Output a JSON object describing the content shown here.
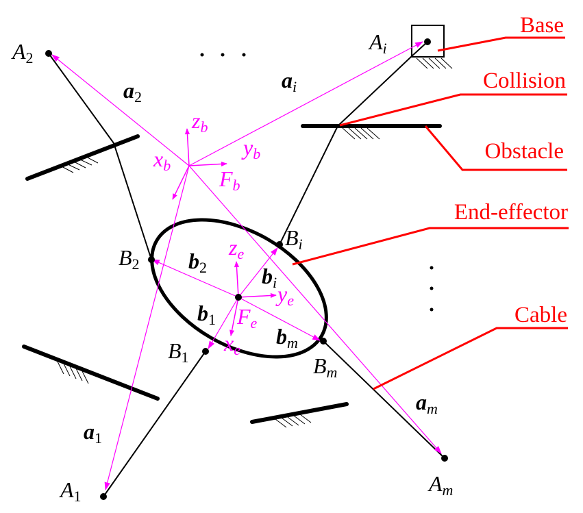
{
  "diagram": {
    "type": "cable-driven parallel robot with obstacle collision",
    "colors": {
      "cable": "#000000",
      "vector": "#ff00ff",
      "callout": "#ff0000",
      "obstacle": "#000000"
    },
    "callouts": {
      "base": "Base",
      "collision": "Collision",
      "obstacle": "Obstacle",
      "end_effector": "End-effector",
      "cable": "Cable"
    },
    "anchors": {
      "A1": {
        "base": "A",
        "sub": "1"
      },
      "A2": {
        "base": "A",
        "sub": "2"
      },
      "Ai": {
        "base": "A",
        "sub": "i"
      },
      "Am": {
        "base": "A",
        "sub": "m"
      }
    },
    "attach_points": {
      "B1": {
        "base": "B",
        "sub": "1"
      },
      "B2": {
        "base": "B",
        "sub": "2"
      },
      "Bi": {
        "base": "B",
        "sub": "i"
      },
      "Bm": {
        "base": "B",
        "sub": "m"
      }
    },
    "base_vectors": {
      "a1": {
        "base": "a",
        "sub": "1"
      },
      "a2": {
        "base": "a",
        "sub": "2"
      },
      "ai": {
        "base": "a",
        "sub": "i"
      },
      "am": {
        "base": "a",
        "sub": "m"
      }
    },
    "ee_vectors": {
      "b1": {
        "base": "b",
        "sub": "1"
      },
      "b2": {
        "base": "b",
        "sub": "2"
      },
      "bi": {
        "base": "b",
        "sub": "i"
      },
      "bm": {
        "base": "b",
        "sub": "m"
      }
    },
    "base_frame": {
      "name": {
        "base": "F",
        "sub": "b"
      },
      "x": {
        "base": "x",
        "sub": "b"
      },
      "y": {
        "base": "y",
        "sub": "b"
      },
      "z": {
        "base": "z",
        "sub": "b"
      }
    },
    "ee_frame": {
      "name": {
        "base": "F",
        "sub": "e"
      },
      "x": {
        "base": "x",
        "sub": "e"
      },
      "y": {
        "base": "y",
        "sub": "e"
      },
      "z": {
        "base": "z",
        "sub": "e"
      }
    },
    "ellipsis": {
      "horizontal": "…",
      "vertical": "⋮"
    }
  }
}
